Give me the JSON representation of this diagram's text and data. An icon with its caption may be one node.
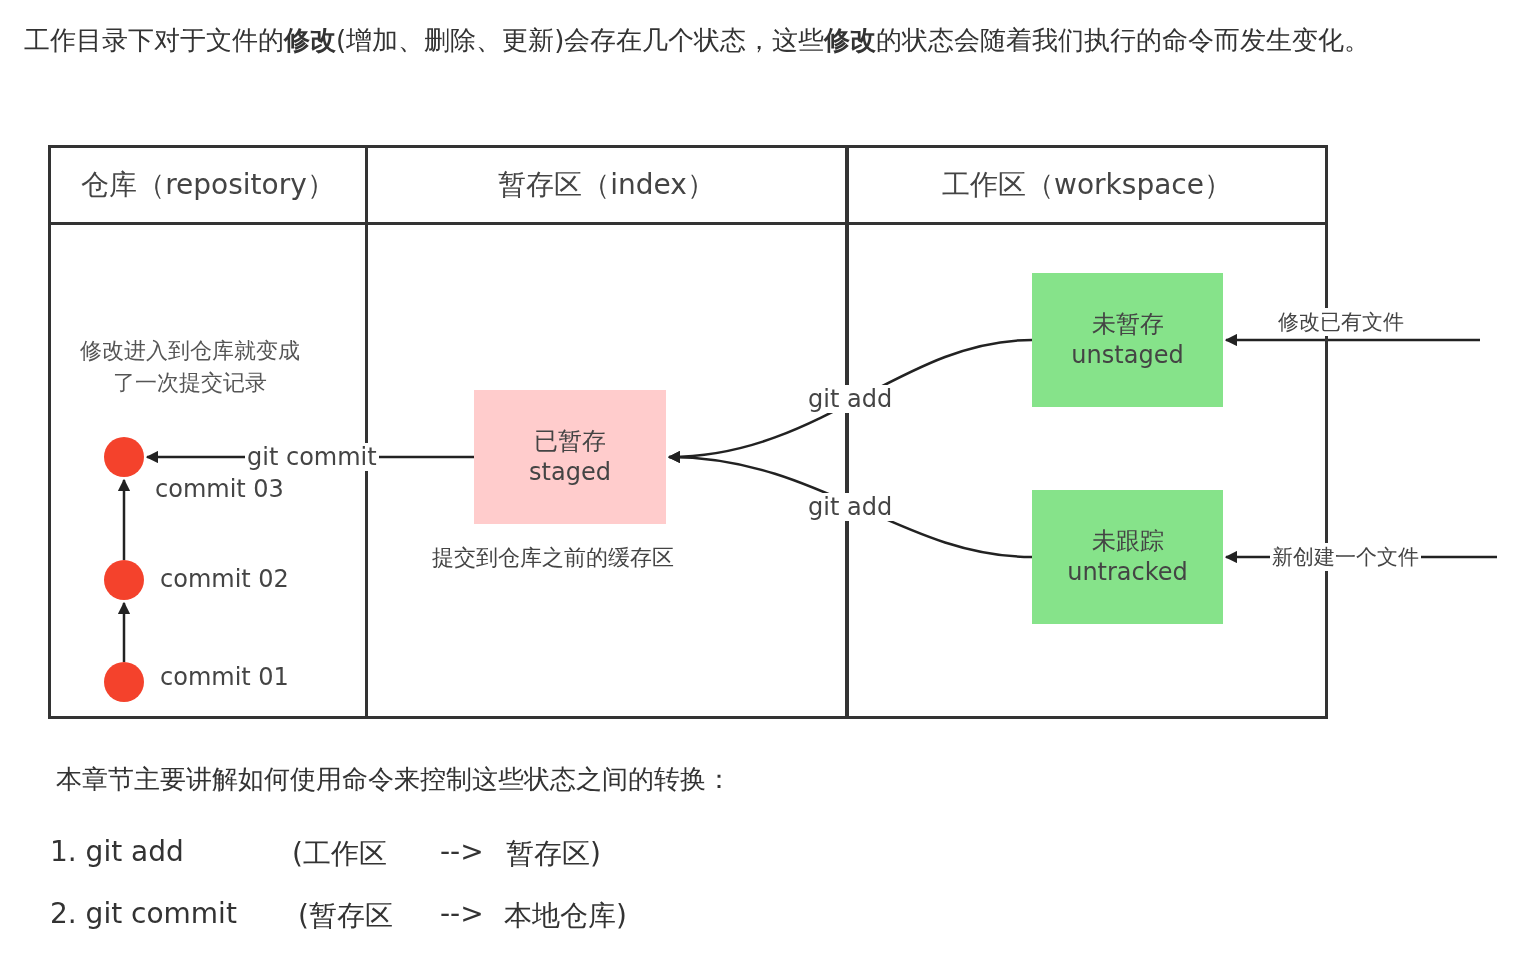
{
  "diagram": {
    "nodes": [
      {
        "text": [
          "仓库（repository）"
        ]
      },
      {
        "text": [
          "暂存区（index）"
        ]
      },
      {
        "text": [
          "工作区（workspace）"
        ]
      },
      {
        "text": [],
        "shape": "circle",
        "in": 0,
        "beside": [
          "commit 03"
        ]
      },
      {
        "text": [],
        "shape": "circle",
        "in": 0,
        "beside": [
          "commit 02"
        ]
      },
      {
        "text": [],
        "shape": "circle",
        "in": 0,
        "beside": [
          "commit 01"
        ]
      },
      {
        "text": [
          "已暂存",
          "staged"
        ],
        "in": 1,
        "beside": [
          "提交到仓库之前的缓存区"
        ]
      },
      {
        "text": [
          "未暂存",
          "unstaged"
        ],
        "in": 2
      },
      {
        "text": [
          "未跟踪",
          "untracked"
        ],
        "in": 2
      }
    ],
    "edges": [
      {
        "from": 5,
        "to": 4,
        "arrow": "to"
      },
      {
        "from": 4,
        "to": 3,
        "arrow": "to"
      },
      {
        "from": 6,
        "to": 3,
        "arrow": "to",
        "label": "git commit"
      },
      {
        "from": 7,
        "to": 6,
        "arrow": "to",
        "label": "git add"
      },
      {
        "from": 8,
        "to": 6,
        "arrow": "to",
        "label": "git add"
      },
      {
        "from": null,
        "to": 7,
        "arrow": "to",
        "label": "修改已有文件"
      },
      {
        "from": null,
        "to": 8,
        "arrow": "to",
        "label": "新创建一个文件"
      }
    ],
    "labels": [
      "工作目录下对于文件的**修改**(增加、删除、更新)会存在几个状态，这些**修改**的状态会随着我们执行的命令而发生变化。",
      "修改进入到仓库就变成了一次提交记录",
      "本章节主要讲解如何使用命令来控制这些状态之间的转换：",
      "1. git add",
      "(工作区",
      "-->",
      "暂存区)",
      "2. git commit",
      "(暂存区",
      "-->",
      "本地仓库)"
    ]
  }
}
